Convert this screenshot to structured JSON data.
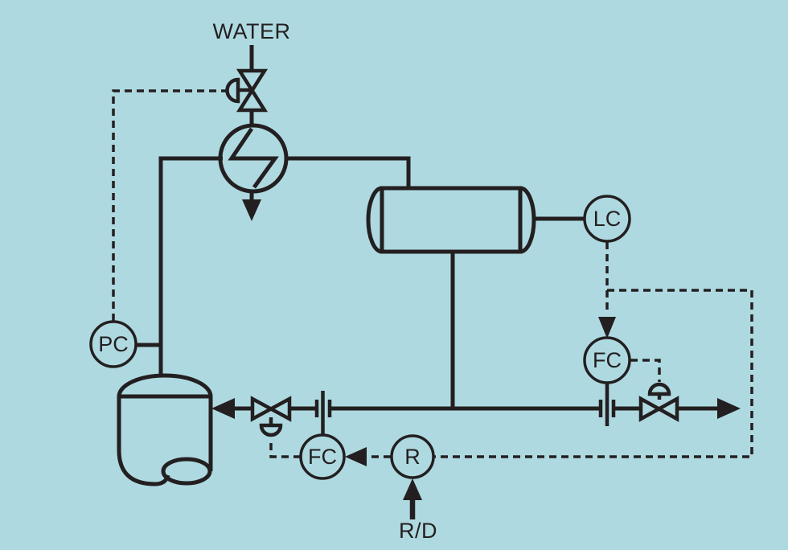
{
  "diagram": {
    "labels": {
      "water_feed": "WATER",
      "ratio_setting": "R/D"
    },
    "instruments": {
      "pressure_controller": "PC",
      "level_controller": "LC",
      "distillate_flow_controller": "FC",
      "reflux_flow_controller": "FC",
      "ratio_relay": "R"
    },
    "colors": {
      "background": "#aed9e0",
      "line": "#231f20"
    }
  }
}
